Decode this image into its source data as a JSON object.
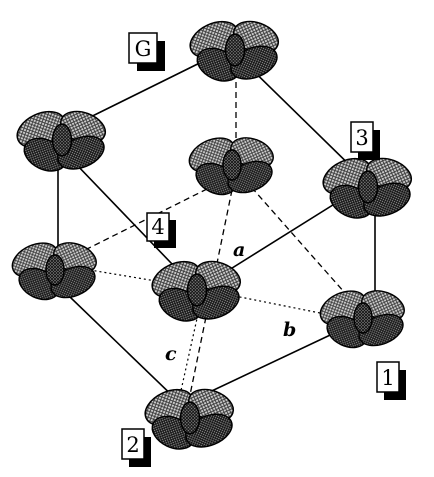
{
  "diagram": {
    "site_labels": {
      "g": "G",
      "s1": "1",
      "s2": "2",
      "s3": "3",
      "s4": "4"
    },
    "axis_labels": {
      "a": "a",
      "b": "b",
      "c": "c"
    }
  }
}
